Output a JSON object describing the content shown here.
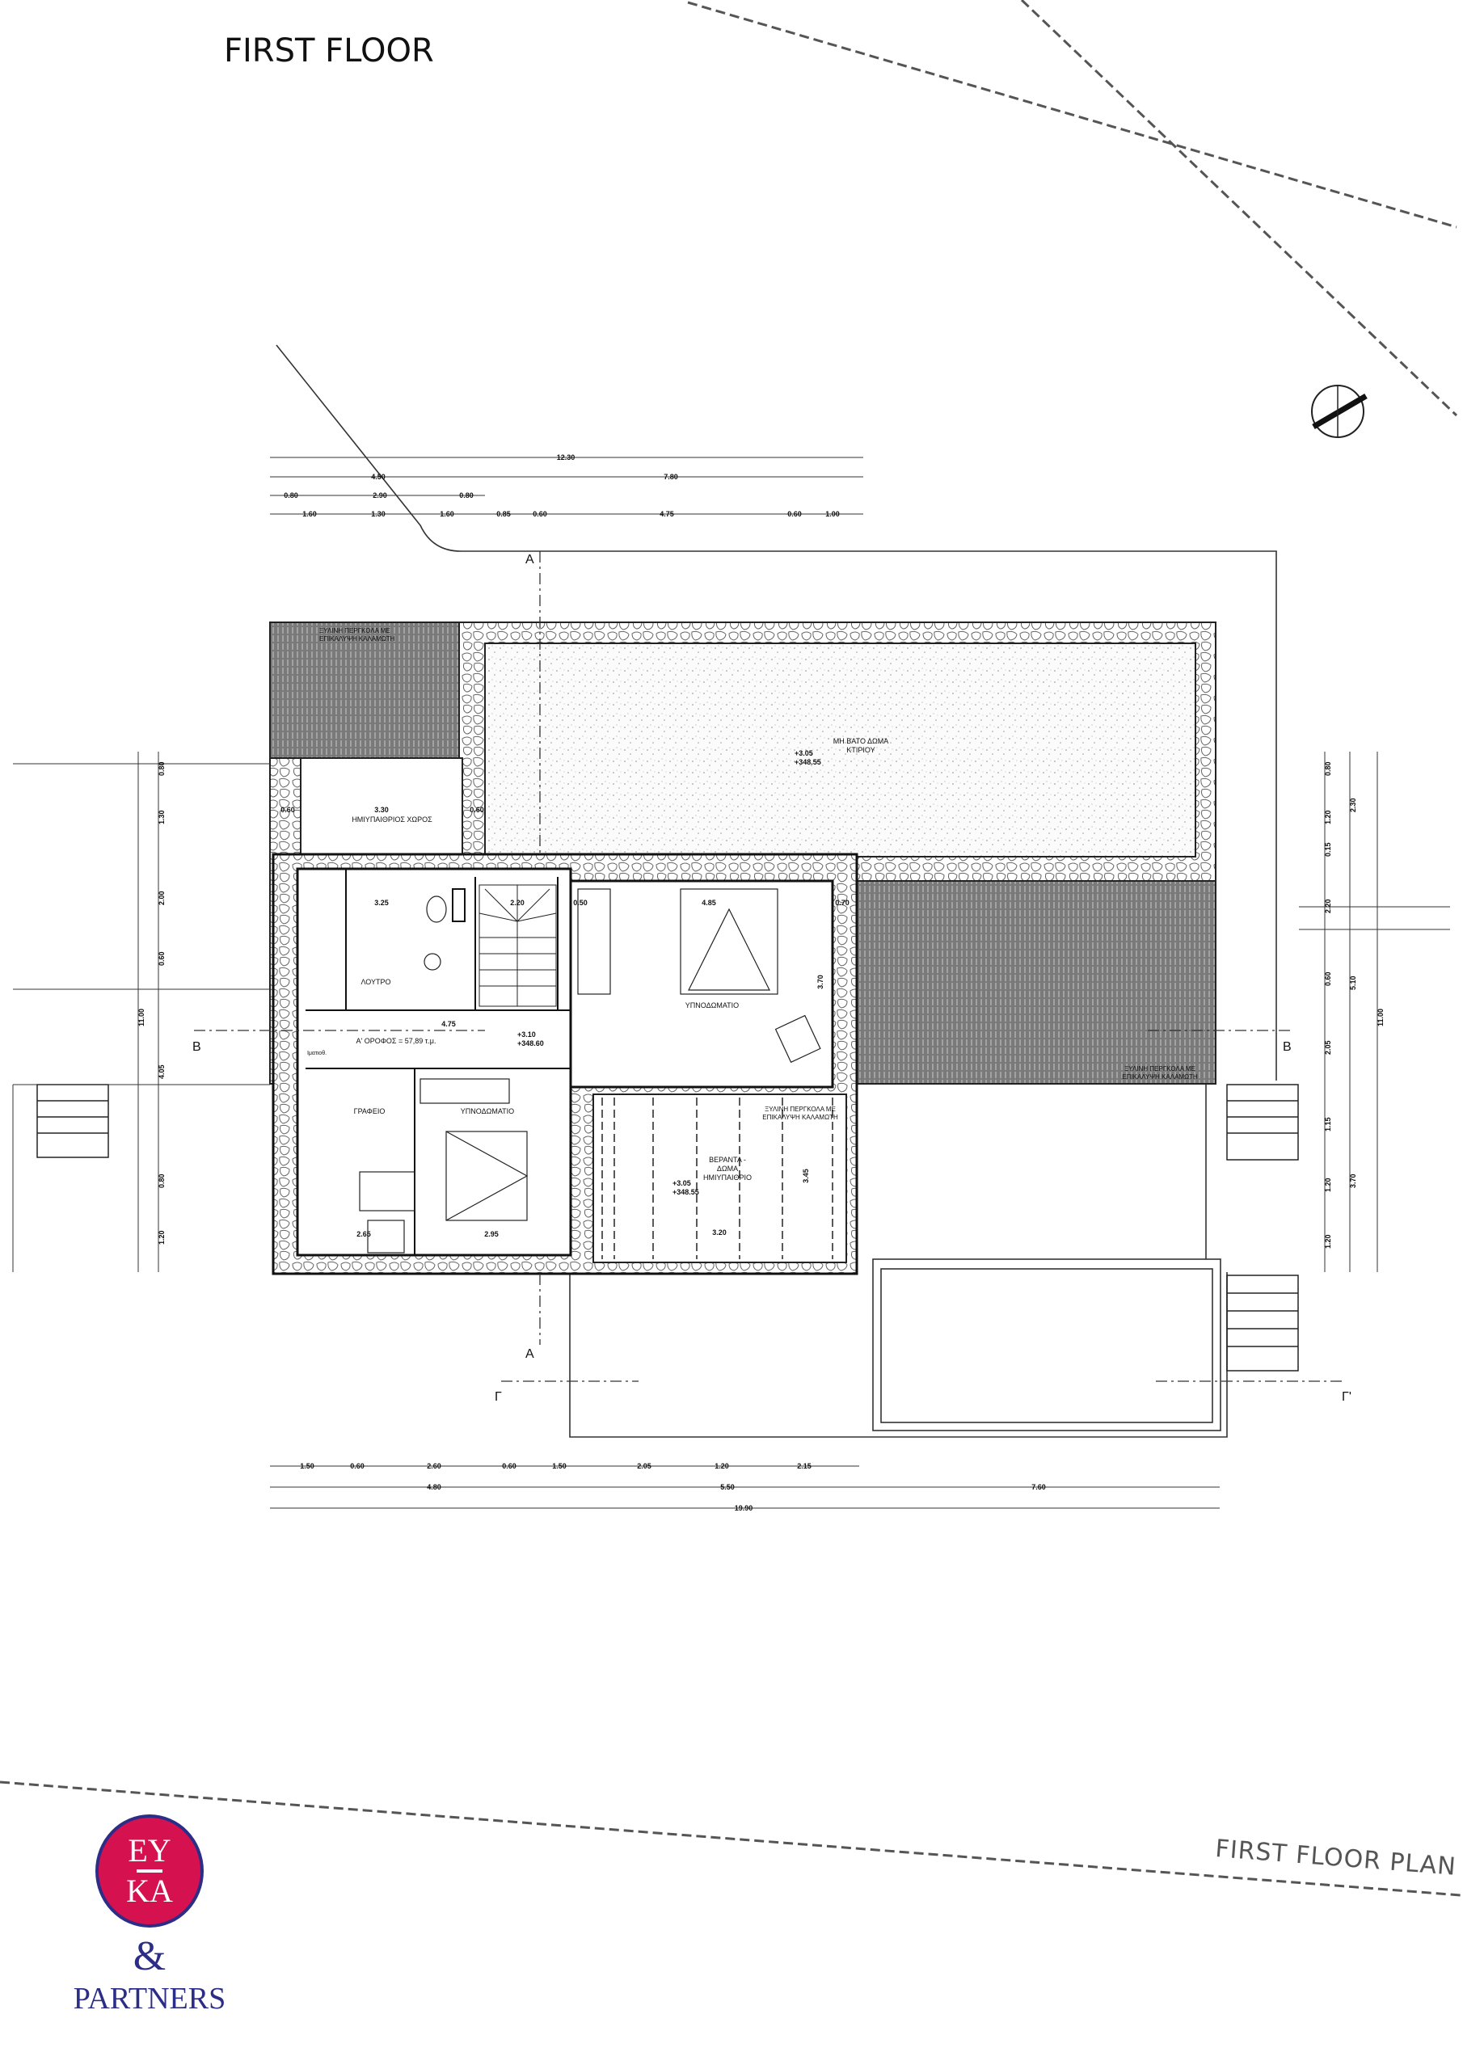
{
  "title": "FIRST FLOOR",
  "plan_label": "FIRST FLOOR PLAN",
  "logo": {
    "top": "EY",
    "bottom": "KA",
    "amp": "&",
    "partners": "PARTNERS",
    "colors": {
      "circle": "#d5124f",
      "text": "#2c2d86"
    }
  },
  "rooms": {
    "bath": "ΛΟΥΤΡΟ",
    "bedroom_1": "ΥΠΝΟΔΩΜΑΤΙΟ",
    "bedroom_2": "ΥΠΝΟΔΩΜΑΤΙΟ",
    "office": "ΓΡΑΦΕΙΟ",
    "floor_area": "Α' ΟΡΟΦΟΣ = 57,89 τ.μ.",
    "semi_open": "ΗΜΙΥΠΑΙΘΡΙΟΣ ΧΩΡΟΣ",
    "veranda": [
      "ΒΕΡΑΝΤΑ -",
      "ΔΩΜΑ",
      "ΗΜΙΥΠΑΙΘΡΙΟ"
    ],
    "roof": [
      "ΜΗ ΒΑΤΟ ΔΩΜΑ",
      "ΚΤΙΡΙΟΥ"
    ],
    "pergola": [
      "ΞΥΛΙΝΗ ΠΕΡΓΚΟΛΑ ΜΕ",
      "ΕΠΙΚΑΛΥΨΗ ΚΑΛΑΜΩΤΗ"
    ],
    "wardrobe": "Ιματιοθ."
  },
  "levels": {
    "hall": [
      "+3.10",
      "+348.60"
    ],
    "veranda": [
      "+3.05",
      "+348.55"
    ],
    "roof": [
      "+3.05",
      "+348.55"
    ]
  },
  "sections": {
    "b": "Β",
    "gamma": "Γ",
    "gamma_prime": "Γ'",
    "a": "Α"
  },
  "dims_top": {
    "row1": [
      "12.30"
    ],
    "row2": [
      "4.50",
      "7.80"
    ],
    "row3": [
      "0.80",
      "2.90",
      "0.80"
    ],
    "row4": [
      "1.60",
      "1.30",
      "1.60",
      "0.85",
      "0.60",
      "4.75",
      "0.60",
      "1.00"
    ]
  },
  "dims_bottom": {
    "row1": [
      "1.50",
      "0.60",
      "2.60",
      "0.60",
      "1.50",
      "2.05",
      "1.20",
      "2.15"
    ],
    "row2": [
      "4.80",
      "5.50",
      "7.60"
    ],
    "row3": [
      "19.90"
    ]
  },
  "dims_left": [
    "0.80",
    "1.30",
    "2.00",
    "0.60",
    "4.05",
    "0.80",
    "1.20"
  ],
  "dims_left_total": "11.00",
  "dims_right": [
    "0.80",
    "1.20",
    "0.15",
    "2.20",
    "0.60",
    "2.05",
    "1.15",
    "1.20",
    "1.20"
  ],
  "dims_right_mid": [
    "2.30",
    "5.10",
    "3.70"
  ],
  "dims_right_total": "11.00",
  "dims_inner": [
    "3.25",
    "2.20",
    "4.85",
    "4.75",
    "2.65",
    "2.95",
    "3.20",
    "3.70",
    "3.45",
    "0.70",
    "0.50",
    "3.30",
    "0.60"
  ]
}
